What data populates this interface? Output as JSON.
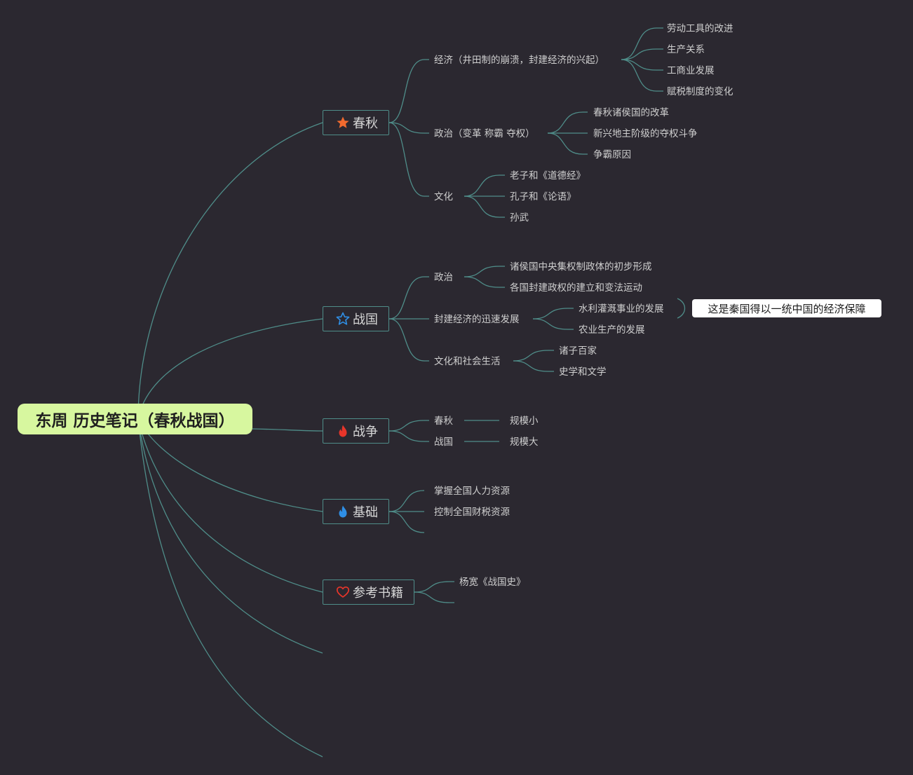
{
  "root": {
    "title": "东周 历史笔记（春秋战国）"
  },
  "colors": {
    "background": "#2b2830",
    "root": "#d7f79f",
    "line": "#4f8d89",
    "star_orange": "#f26a2e",
    "star_blue": "#2f8fe6",
    "fire_red": "#e8352a",
    "fire_blue": "#2f8fe6",
    "heart_red": "#e8352a"
  },
  "branches": [
    {
      "label": "春秋",
      "icon": "star-filled-icon",
      "topics": [
        {
          "label": "经济（井田制的崩溃，封建经济的兴起）",
          "items": [
            "劳动工具的改进",
            "生产关系",
            "工商业发展",
            "赋税制度的变化"
          ]
        },
        {
          "label": "政治（变革 称霸 夺权）",
          "items": [
            "春秋诸侯国的改革",
            "新兴地主阶级的夺权斗争",
            "争霸原因"
          ]
        },
        {
          "label": "文化",
          "items": [
            "老子和《道德经》",
            "孔子和《论语》",
            "孙武"
          ]
        }
      ]
    },
    {
      "label": "战国",
      "icon": "star-outline-icon",
      "topics": [
        {
          "label": "政治",
          "items": [
            "诸侯国中央集权制政体的初步形成",
            "各国封建政权的建立和变法运动"
          ]
        },
        {
          "label": "封建经济的迅速发展",
          "items": [
            "水利灌溉事业的发展",
            "农业生产的发展"
          ],
          "note": "这是秦国得以一统中国的经济保障"
        },
        {
          "label": "文化和社会生活",
          "items": [
            "诸子百家",
            "史学和文学"
          ]
        }
      ]
    },
    {
      "label": "战争",
      "icon": "fire-icon",
      "topics": [
        {
          "label": "春秋",
          "items": [
            "规模小"
          ]
        },
        {
          "label": "战国",
          "items": [
            "规模大"
          ]
        }
      ]
    },
    {
      "label": "基础",
      "icon": "fire-icon",
      "topics": [
        {
          "label": "掌握全国人力资源"
        },
        {
          "label": "控制全国财税资源"
        }
      ]
    },
    {
      "label": "参考书籍",
      "icon": "heart-icon",
      "topics": [
        {
          "label": "杨宽《战国史》"
        }
      ]
    }
  ]
}
